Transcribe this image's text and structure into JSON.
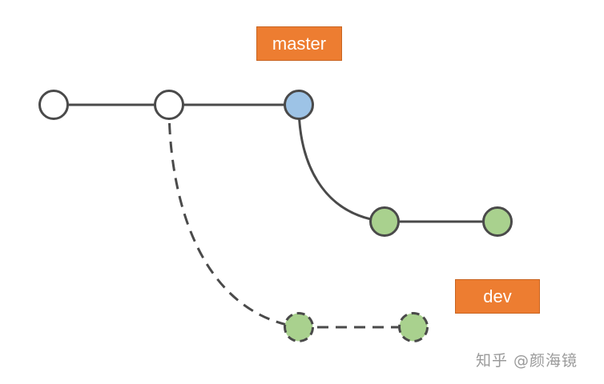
{
  "labels": {
    "master": "master",
    "dev": "dev"
  },
  "watermark": "知乎 @颜海镜",
  "colors": {
    "line": "#4a4a4a",
    "commit_white": "#ffffff",
    "commit_blue": "#9dc3e6",
    "commit_green": "#a9d18e",
    "label_fill": "#ed7d31"
  }
}
